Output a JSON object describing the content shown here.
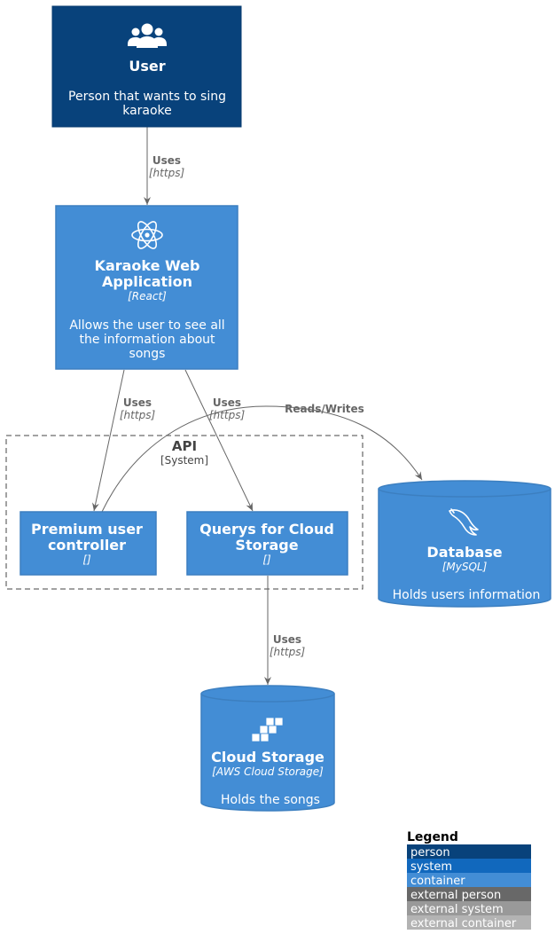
{
  "colors": {
    "person": "#08427B",
    "container": "#438DD5",
    "container_border": "#3C7FC0",
    "edge": "#666666",
    "boundary": "#444444"
  },
  "nodes": {
    "user": {
      "title": "User",
      "desc_lines": [
        "Person that wants to sing",
        "karaoke"
      ],
      "icon": "users-icon"
    },
    "webapp": {
      "title_lines": [
        "Karaoke Web",
        "Application"
      ],
      "tech": "[React]",
      "desc_lines": [
        "Allows the user to see all",
        "the information about",
        "songs"
      ],
      "icon": "react-icon"
    },
    "premium": {
      "title_lines": [
        "Premium user",
        "controller"
      ],
      "tech": "[]"
    },
    "querys": {
      "title_lines": [
        "Querys for Cloud",
        "Storage"
      ],
      "tech": "[]"
    },
    "database": {
      "title": "Database",
      "tech": "[MySQL]",
      "desc": "Holds users information",
      "icon": "mysql-dolphin-icon"
    },
    "cloud": {
      "title": "Cloud Storage",
      "tech": "[AWS Cloud Storage]",
      "desc": "Holds the songs",
      "icon": "aws-cubes-icon"
    }
  },
  "boundary": {
    "title": "API",
    "subtitle": "[System]"
  },
  "edges": {
    "user_to_webapp": {
      "label": "Uses",
      "tech": "[https]"
    },
    "webapp_to_premium": {
      "label": "Uses",
      "tech": "[https]"
    },
    "webapp_to_querys": {
      "label": "Uses",
      "tech": "[https]"
    },
    "premium_to_database": {
      "label": "Reads/Writes"
    },
    "querys_to_cloud": {
      "label": "Uses",
      "tech": "[https]"
    }
  },
  "legend": {
    "title": "Legend",
    "items": [
      {
        "label": "person",
        "color": "#08427B"
      },
      {
        "label": "system",
        "color": "#1168BD"
      },
      {
        "label": "container",
        "color": "#438DD5"
      },
      {
        "label": "external person",
        "color": "#686868"
      },
      {
        "label": "external system",
        "color": "#999999"
      },
      {
        "label": "external container",
        "color": "#B3B3B3"
      }
    ]
  }
}
